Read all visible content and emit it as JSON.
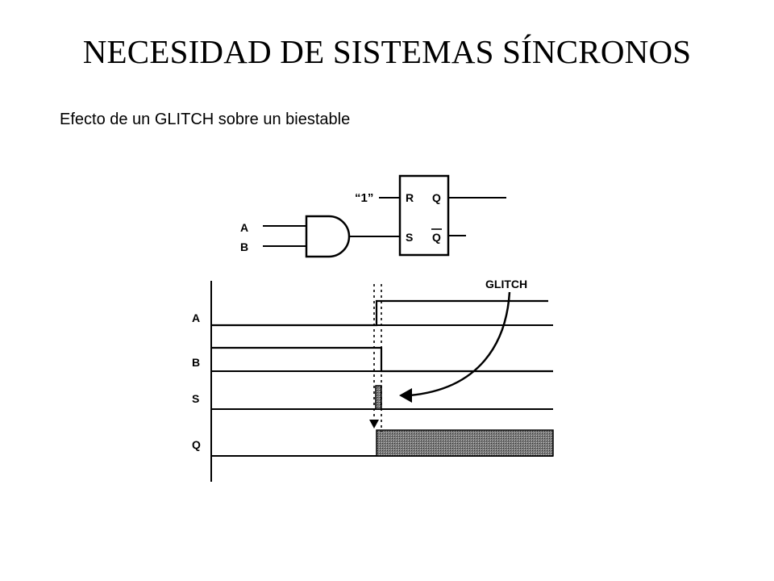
{
  "slide": {
    "title": "NECESIDAD DE SISTEMAS SÍNCRONOS",
    "subtitle": "Efecto de un GLITCH sobre un biestable"
  },
  "circuit": {
    "input_a": "A",
    "input_b": "B",
    "constant_one": "“1”",
    "ff_reset": "R",
    "ff_set": "S",
    "ff_q": "Q",
    "ff_qbar": "Q"
  },
  "timing": {
    "signal_labels": [
      "A",
      "B",
      "S",
      "Q"
    ],
    "glitch_label": "GLITCH"
  }
}
